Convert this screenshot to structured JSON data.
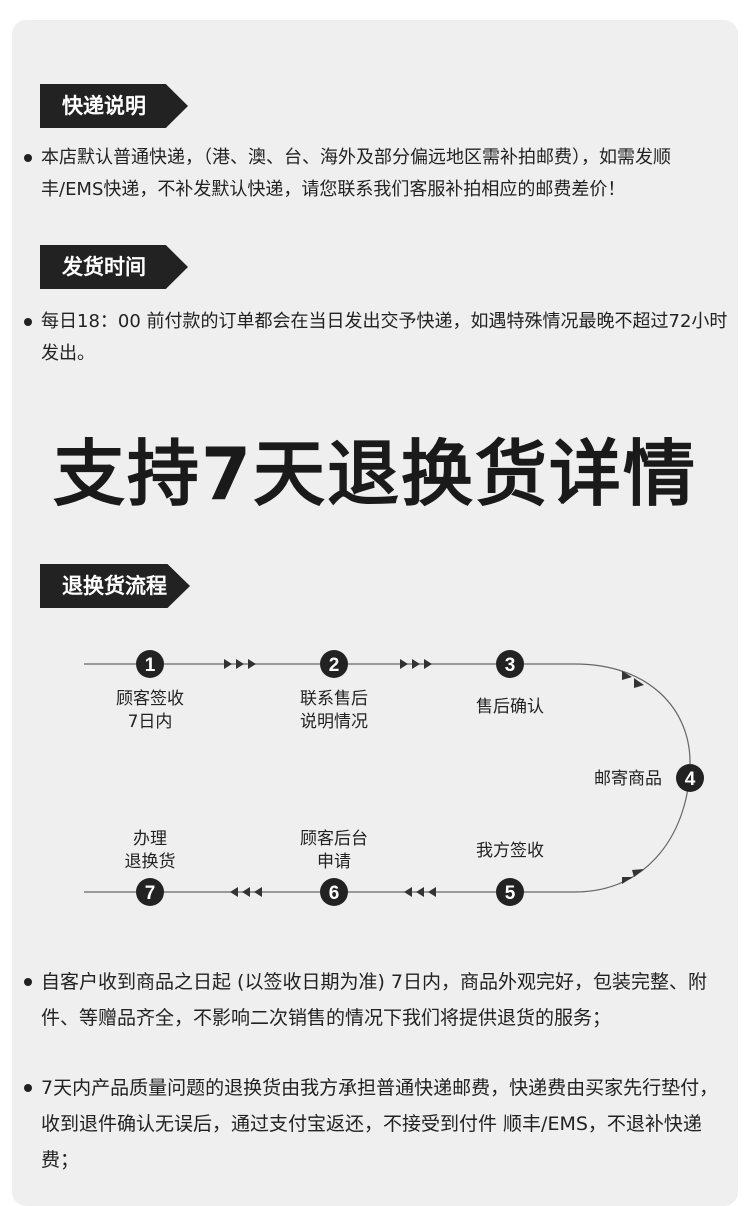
{
  "sections": {
    "shipping": {
      "tag": "快递说明",
      "text": "本店默认普通快递，（港、澳、台、海外及部分偏远地区需补拍邮费），如需发顺丰/EMS快递，不补发默认快递，请您联系我们客服补拍相应的邮费差价！"
    },
    "dispatch": {
      "tag": "发货时间",
      "text": "每日18：00 前付款的订单都会在当日发出交予快递，如遇特殊情况最晚不超过72小时发出。"
    },
    "heading": "支持7天退换货详情",
    "process": {
      "tag": "退换货流程",
      "steps": [
        {
          "num": "1",
          "label": "顾客签收\n7日内"
        },
        {
          "num": "2",
          "label": "联系售后\n说明情况"
        },
        {
          "num": "3",
          "label": "售后确认"
        },
        {
          "num": "4",
          "label": "邮寄商品"
        },
        {
          "num": "5",
          "label": "我方签收"
        },
        {
          "num": "6",
          "label": "顾客后台\n申请"
        },
        {
          "num": "7",
          "label": "办理\n退换货"
        }
      ]
    },
    "policy": [
      "自客户收到商品之日起 (以签收日期为准) 7日内，商品外观完好，包装完整、附件、等赠品齐全，不影响二次销售的情况下我们将提供退货的服务；",
      "7天内产品质量问题的退换货由我方承担普通快递邮费，快递费由买家先行垫付，收到退件确认无误后，通过支付宝返还，不接受到付件 顺丰/EMS，不退补快递费；"
    ]
  }
}
